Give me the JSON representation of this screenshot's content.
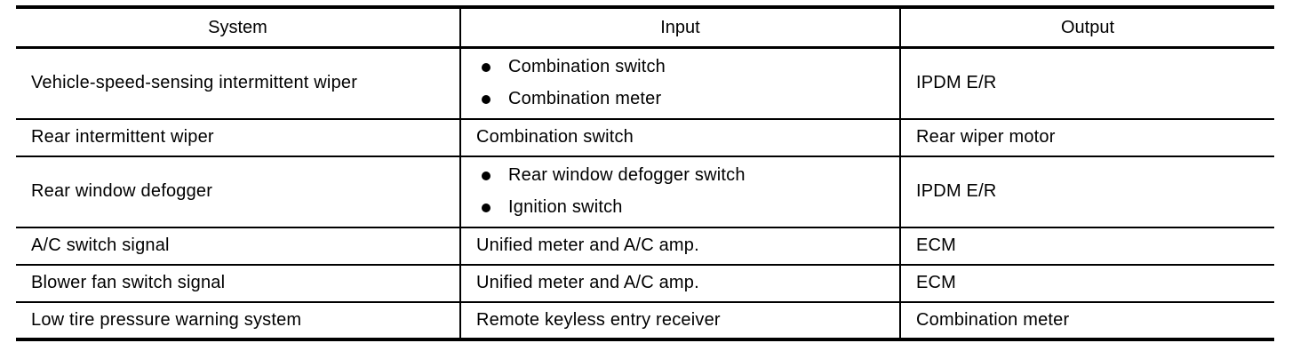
{
  "table": {
    "headers": {
      "system": "System",
      "input": "Input",
      "output": "Output"
    },
    "rows": [
      {
        "system": "Vehicle-speed-sensing intermittent wiper",
        "inputs": [
          "Combination switch",
          "Combination meter"
        ],
        "bulleted": true,
        "output": "IPDM E/R"
      },
      {
        "system": "Rear intermittent wiper",
        "inputs": [
          "Combination switch"
        ],
        "bulleted": false,
        "output": "Rear wiper motor"
      },
      {
        "system": "Rear window defogger",
        "inputs": [
          "Rear window defogger switch",
          "Ignition switch"
        ],
        "bulleted": true,
        "output": "IPDM E/R"
      },
      {
        "system": "A/C switch signal",
        "inputs": [
          "Unified meter and A/C amp."
        ],
        "bulleted": false,
        "output": "ECM"
      },
      {
        "system": "Blower fan switch signal",
        "inputs": [
          "Unified meter and A/C amp."
        ],
        "bulleted": false,
        "output": "ECM"
      },
      {
        "system": "Low tire pressure warning system",
        "inputs": [
          "Remote keyless entry receiver"
        ],
        "bulleted": false,
        "output": "Combination meter"
      }
    ],
    "colors": {
      "border": "#000000",
      "text": "#000000",
      "background": "#ffffff"
    }
  }
}
